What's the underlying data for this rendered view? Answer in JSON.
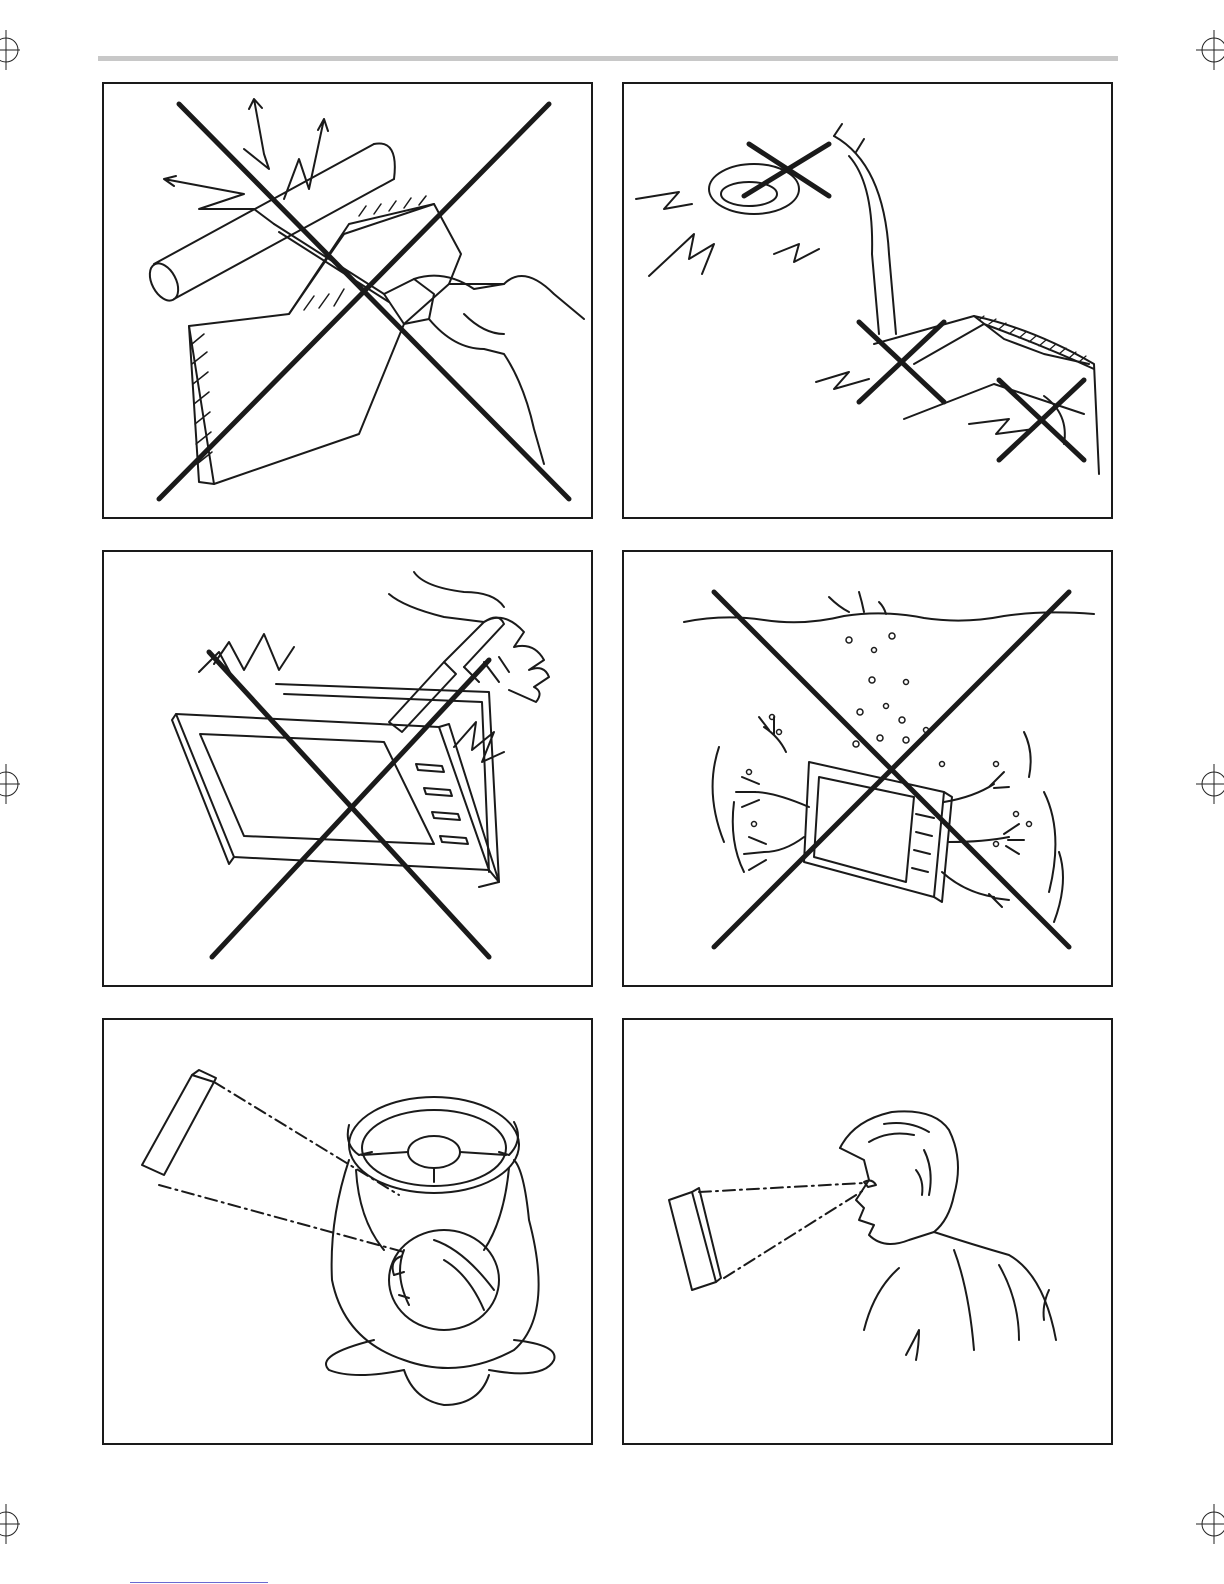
{
  "page": {
    "panels": [
      {
        "id": "panel-1",
        "subject": "no-drilling-near-pipes",
        "prohibited": true
      },
      {
        "id": "panel-2",
        "subject": "no-damaging-cables",
        "prohibited": true
      },
      {
        "id": "panel-3",
        "subject": "no-disassembly",
        "prohibited": true
      },
      {
        "id": "panel-4",
        "subject": "no-water-immersion",
        "prohibited": true
      },
      {
        "id": "panel-5",
        "subject": "driver-view-of-monitor",
        "prohibited": false
      },
      {
        "id": "panel-6",
        "subject": "passenger-view-of-monitor",
        "prohibited": false
      }
    ],
    "colors": {
      "ink": "#1a1a1a",
      "rule": "#c8c8c8"
    }
  }
}
